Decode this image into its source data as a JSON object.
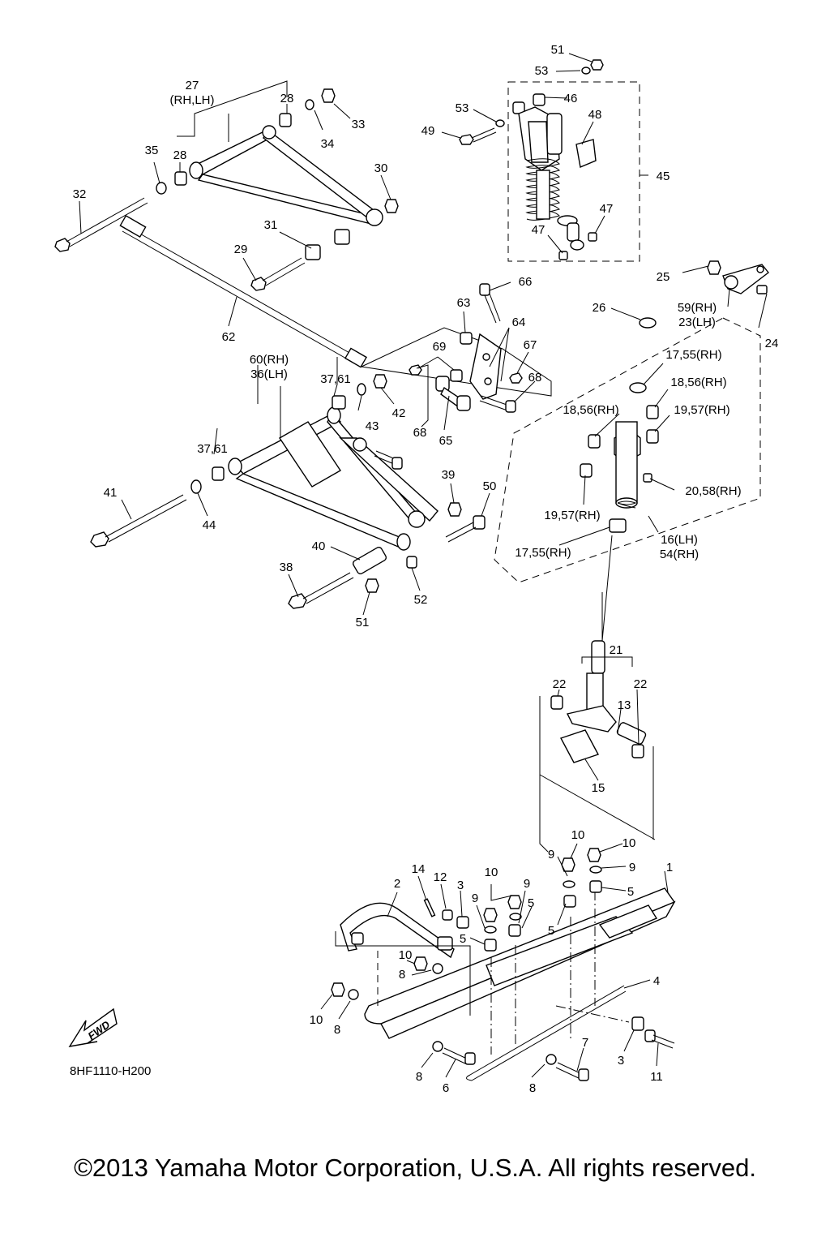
{
  "labels": [
    {
      "id": "51a",
      "text": "51"
    },
    {
      "id": "53a",
      "text": "53"
    },
    {
      "id": "53b",
      "text": "53"
    },
    {
      "id": "46",
      "text": "46"
    },
    {
      "id": "48",
      "text": "48"
    },
    {
      "id": "49",
      "text": "49"
    },
    {
      "id": "45",
      "text": "45"
    },
    {
      "id": "47a",
      "text": "47"
    },
    {
      "id": "47b",
      "text": "47"
    },
    {
      "id": "27",
      "text": "27"
    },
    {
      "id": "27sub",
      "text": "(RH,LH)"
    },
    {
      "id": "28a",
      "text": "28"
    },
    {
      "id": "28b",
      "text": "28"
    },
    {
      "id": "33",
      "text": "33"
    },
    {
      "id": "34",
      "text": "34"
    },
    {
      "id": "35",
      "text": "35"
    },
    {
      "id": "30",
      "text": "30"
    },
    {
      "id": "32",
      "text": "32"
    },
    {
      "id": "31",
      "text": "31"
    },
    {
      "id": "29",
      "text": "29"
    },
    {
      "id": "62",
      "text": "62"
    },
    {
      "id": "66",
      "text": "66"
    },
    {
      "id": "63",
      "text": "63"
    },
    {
      "id": "64",
      "text": "64"
    },
    {
      "id": "67",
      "text": "67"
    },
    {
      "id": "69",
      "text": "69"
    },
    {
      "id": "68a",
      "text": "68"
    },
    {
      "id": "68b",
      "text": "68"
    },
    {
      "id": "65",
      "text": "65"
    },
    {
      "id": "25",
      "text": "25"
    },
    {
      "id": "59",
      "text": "59(RH)"
    },
    {
      "id": "23",
      "text": "23(LH)"
    },
    {
      "id": "24",
      "text": "24"
    },
    {
      "id": "26",
      "text": "26"
    },
    {
      "id": "1755a",
      "text": "17,55(RH)"
    },
    {
      "id": "1856a",
      "text": "18,56(RH)"
    },
    {
      "id": "1856b",
      "text": "18,56(RH)"
    },
    {
      "id": "1957a",
      "text": "19,57(RH)"
    },
    {
      "id": "1957b",
      "text": "19,57(RH)"
    },
    {
      "id": "2058",
      "text": "20,58(RH)"
    },
    {
      "id": "1755b",
      "text": "17,55(RH)"
    },
    {
      "id": "16",
      "text": "16(LH)"
    },
    {
      "id": "54",
      "text": "54(RH)"
    },
    {
      "id": "60",
      "text": "60(RH)"
    },
    {
      "id": "36",
      "text": "36(LH)"
    },
    {
      "id": "3761a",
      "text": "37,61"
    },
    {
      "id": "3761b",
      "text": "37,61"
    },
    {
      "id": "42",
      "text": "42"
    },
    {
      "id": "43",
      "text": "43"
    },
    {
      "id": "41",
      "text": "41"
    },
    {
      "id": "44",
      "text": "44"
    },
    {
      "id": "39",
      "text": "39"
    },
    {
      "id": "50",
      "text": "50"
    },
    {
      "id": "40",
      "text": "40"
    },
    {
      "id": "38",
      "text": "38"
    },
    {
      "id": "51b",
      "text": "51"
    },
    {
      "id": "52",
      "text": "52"
    },
    {
      "id": "21",
      "text": "21"
    },
    {
      "id": "22a",
      "text": "22"
    },
    {
      "id": "22b",
      "text": "22"
    },
    {
      "id": "13",
      "text": "13"
    },
    {
      "id": "15",
      "text": "15"
    },
    {
      "id": "10a",
      "text": "10"
    },
    {
      "id": "10b",
      "text": "10"
    },
    {
      "id": "9a",
      "text": "9"
    },
    {
      "id": "9b",
      "text": "9"
    },
    {
      "id": "5a",
      "text": "5"
    },
    {
      "id": "5b",
      "text": "5"
    },
    {
      "id": "1",
      "text": "1"
    },
    {
      "id": "14",
      "text": "14"
    },
    {
      "id": "12",
      "text": "12"
    },
    {
      "id": "3a",
      "text": "3"
    },
    {
      "id": "10c",
      "text": "10"
    },
    {
      "id": "9c",
      "text": "9"
    },
    {
      "id": "9d",
      "text": "9"
    },
    {
      "id": "5c",
      "text": "5"
    },
    {
      "id": "5d",
      "text": "5"
    },
    {
      "id": "2",
      "text": "2"
    },
    {
      "id": "10d",
      "text": "10"
    },
    {
      "id": "8a",
      "text": "8"
    },
    {
      "id": "10e",
      "text": "10"
    },
    {
      "id": "8b",
      "text": "8"
    },
    {
      "id": "4",
      "text": "4"
    },
    {
      "id": "7",
      "text": "7"
    },
    {
      "id": "3b",
      "text": "3"
    },
    {
      "id": "11",
      "text": "11"
    },
    {
      "id": "8c",
      "text": "8"
    },
    {
      "id": "6",
      "text": "6"
    },
    {
      "id": "8d",
      "text": "8"
    }
  ],
  "fwd_arrow_text": "FWD",
  "diagram_code": "8HF1110-H200",
  "copyright": "©2013 Yamaha Motor Corporation, U.S.A. All rights reserved."
}
